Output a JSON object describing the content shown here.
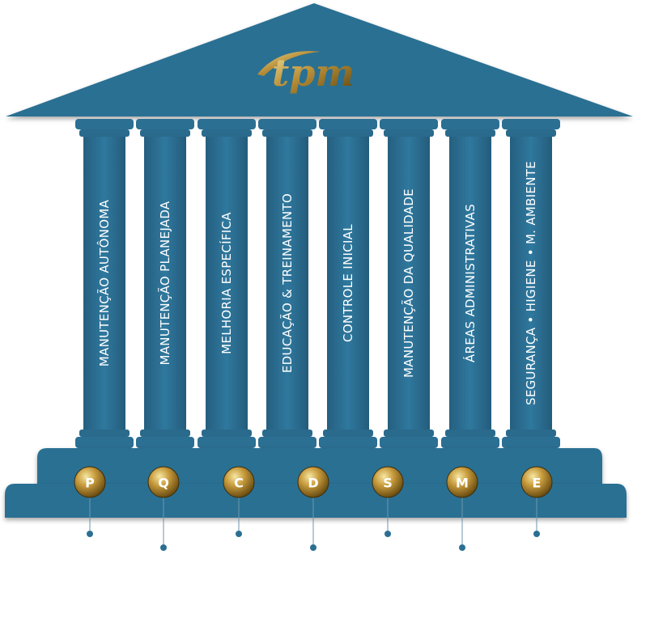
{
  "logo": {
    "text": "tpm"
  },
  "pillars": [
    {
      "label": "MANUTENÇÃO AUTÔNOMA"
    },
    {
      "label": "MANUTENÇÃO PLANEJADA"
    },
    {
      "label": "MELHORIA ESPECÍFICA"
    },
    {
      "label": "EDUCAÇÃO & TREINAMENTO"
    },
    {
      "label": "CONTROLE INICIAL"
    },
    {
      "label": "MANUTENÇÃO DA QUALIDADE"
    },
    {
      "label": "ÁREAS ADMINISTRATIVAS"
    },
    {
      "label": "SEGURANÇA • HIGIENE • M. AMBIENTE"
    }
  ],
  "letters": [
    {
      "letter": "P"
    },
    {
      "letter": "Q"
    },
    {
      "letter": "C"
    },
    {
      "letter": "D"
    },
    {
      "letter": "S"
    },
    {
      "letter": "M"
    },
    {
      "letter": "E"
    }
  ],
  "colors": {
    "structure": "#2b6f93",
    "gold_light": "#e9d37c",
    "gold_dark": "#6e5313"
  }
}
